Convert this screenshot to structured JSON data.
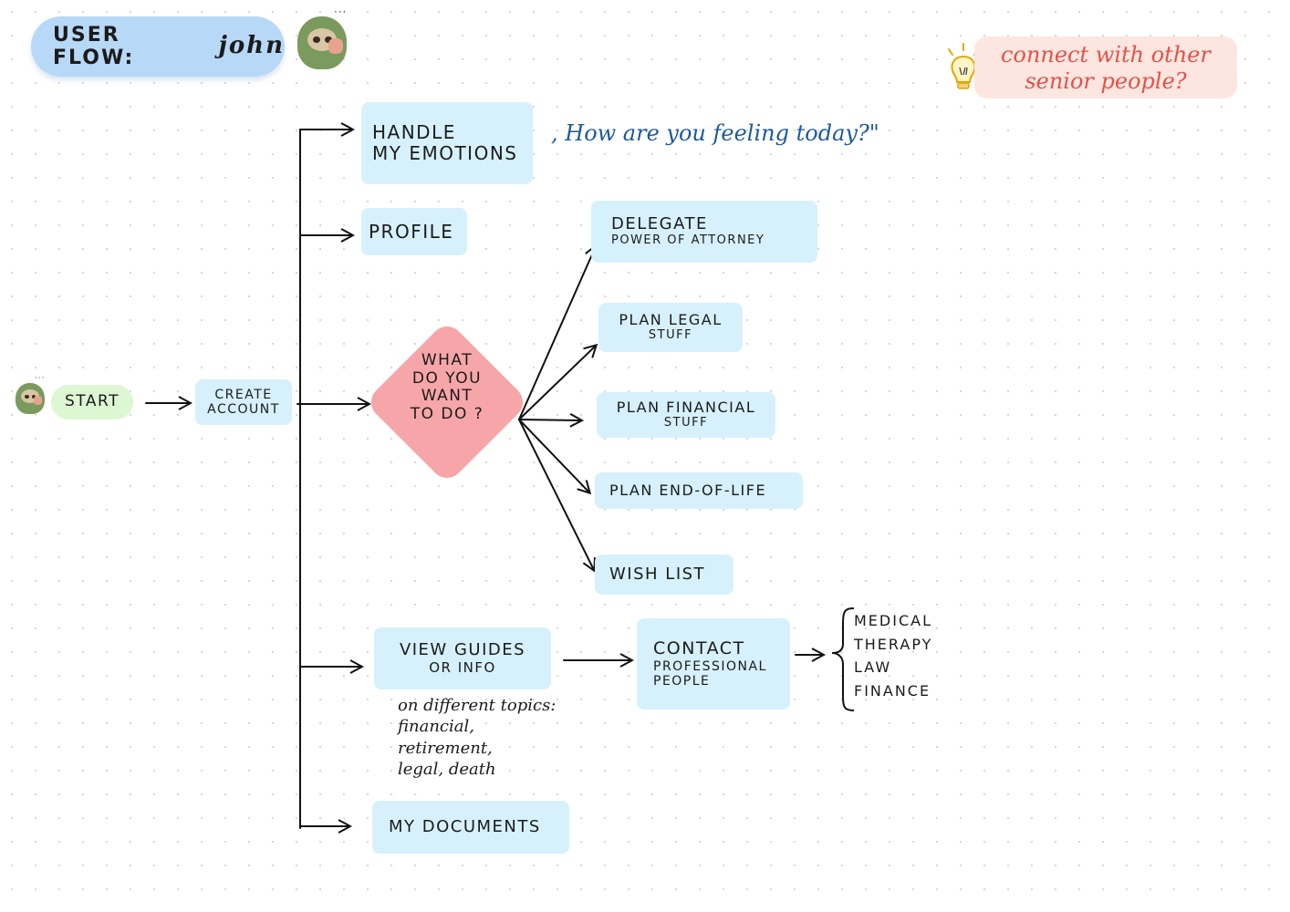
{
  "title": {
    "prefix": "USER FLOW:",
    "name": "john"
  },
  "start": "START",
  "create_account": "CREATE ACCOUNT",
  "decision": [
    "WHAT",
    "DO YOU",
    "WANT",
    "TO DO ?"
  ],
  "nodes": {
    "handle_emotions": [
      "HANDLE",
      "MY EMOTIONS"
    ],
    "profile": "PROFILE",
    "delegate": [
      "DELEGATE",
      "POWER OF ATTORNEY"
    ],
    "plan_legal": [
      "PLAN LEGAL",
      "STUFF"
    ],
    "plan_financial": [
      "PLAN FINANCIAL",
      "STUFF"
    ],
    "plan_end_of_life": "PLAN END-OF-LIFE",
    "wish_list": "WISH LIST",
    "view_guides": [
      "VIEW GUIDES",
      "OR INFO"
    ],
    "contact": [
      "CONTACT",
      "PROFESSIONAL",
      "PEOPLE"
    ],
    "my_documents": "MY DOCUMENTS"
  },
  "feeling_note": ", How are you feeling today?\"",
  "guides_note": [
    "on different topics:",
    "financial, retirement,",
    "legal, death"
  ],
  "contact_list": [
    "MEDICAL",
    "THERAPY",
    "LAW",
    "FINANCE"
  ],
  "idea_note": [
    "connect with other",
    "senior people?"
  ],
  "colors": {
    "node_fill": "#d6f1fb",
    "decision_fill": "#f6a6a8",
    "start_fill": "#ddf7d3",
    "title_fill": "#b8d8f7",
    "idea_fill": "#fde6df",
    "idea_text": "#e2524a",
    "note_text": "#1c5a9a"
  },
  "icons": [
    "sloth-avatar-icon",
    "lightbulb-icon",
    "brace-icon"
  ]
}
